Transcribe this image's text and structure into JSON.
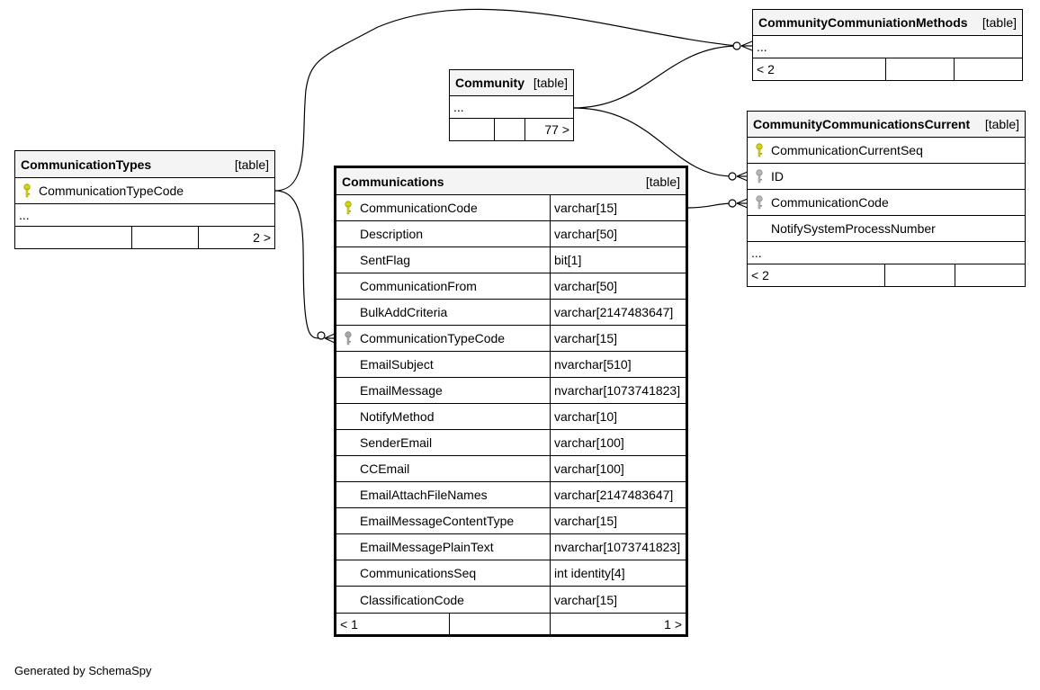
{
  "tables": {
    "communicationTypes": {
      "name": "CommunicationTypes",
      "kind": "[table]",
      "columns": [
        {
          "name": "CommunicationTypeCode",
          "key": "primary"
        }
      ],
      "ellipsis": "...",
      "footer": [
        "",
        "",
        "2 >"
      ]
    },
    "community": {
      "name": "Community",
      "kind": "[table]",
      "ellipsis": "...",
      "footer": [
        "",
        "",
        "77 >"
      ]
    },
    "communityCommMethods": {
      "name": "CommunityCommuniationMethods",
      "kind": "[table]",
      "ellipsis": "...",
      "footer": [
        "< 2",
        "",
        ""
      ]
    },
    "communityCommCurrent": {
      "name": "CommunityCommunicationsCurrent",
      "kind": "[table]",
      "columns": [
        {
          "name": "CommunicationCurrentSeq",
          "key": "primary"
        },
        {
          "name": "ID",
          "key": "foreign"
        },
        {
          "name": "CommunicationCode",
          "key": "foreign"
        },
        {
          "name": "NotifySystemProcessNumber",
          "key": ""
        }
      ],
      "ellipsis": "...",
      "footer": [
        "< 2",
        "",
        ""
      ]
    },
    "communications": {
      "name": "Communications",
      "kind": "[table]",
      "columns": [
        {
          "name": "CommunicationCode",
          "type": "varchar[15]",
          "key": "primary"
        },
        {
          "name": "Description",
          "type": "varchar[50]",
          "key": ""
        },
        {
          "name": "SentFlag",
          "type": "bit[1]",
          "key": ""
        },
        {
          "name": "CommunicationFrom",
          "type": "varchar[50]",
          "key": ""
        },
        {
          "name": "BulkAddCriteria",
          "type": "varchar[2147483647]",
          "key": ""
        },
        {
          "name": "CommunicationTypeCode",
          "type": "varchar[15]",
          "key": "foreign"
        },
        {
          "name": "EmailSubject",
          "type": "nvarchar[510]",
          "key": ""
        },
        {
          "name": "EmailMessage",
          "type": "nvarchar[1073741823]",
          "key": ""
        },
        {
          "name": "NotifyMethod",
          "type": "varchar[10]",
          "key": ""
        },
        {
          "name": "SenderEmail",
          "type": "varchar[100]",
          "key": ""
        },
        {
          "name": "CCEmail",
          "type": "varchar[100]",
          "key": ""
        },
        {
          "name": "EmailAttachFileNames",
          "type": "varchar[2147483647]",
          "key": ""
        },
        {
          "name": "EmailMessageContentType",
          "type": "varchar[15]",
          "key": ""
        },
        {
          "name": "EmailMessagePlainText",
          "type": "nvarchar[1073741823]",
          "key": ""
        },
        {
          "name": "CommunicationsSeq",
          "type": "int identity[4]",
          "key": ""
        },
        {
          "name": "ClassificationCode",
          "type": "varchar[15]",
          "key": ""
        }
      ],
      "footer": [
        "< 1",
        "",
        "1 >"
      ]
    }
  },
  "key_colors": {
    "primary": "#d8d800",
    "foreign": "#a8a8a8"
  },
  "footer_text": "Generated by SchemaSpy"
}
